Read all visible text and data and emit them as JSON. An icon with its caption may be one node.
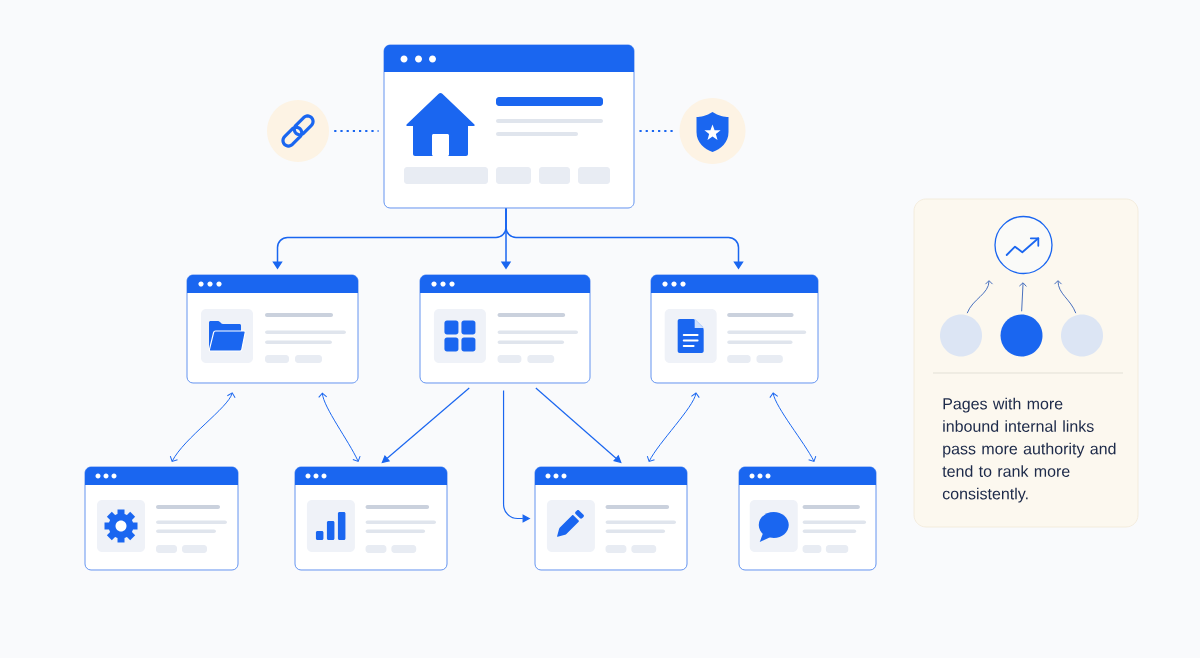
{
  "diagram": {
    "nodes": [
      {
        "text": [],
        "shape": "box"
      },
      {
        "text": [],
        "shape": "circle"
      },
      {
        "text": [],
        "shape": "circle"
      },
      {
        "text": [],
        "shape": "box"
      },
      {
        "text": [],
        "shape": "box"
      },
      {
        "text": [],
        "shape": "box"
      },
      {
        "text": [],
        "shape": "box"
      },
      {
        "text": [],
        "shape": "box"
      },
      {
        "text": [],
        "shape": "box"
      },
      {
        "text": [],
        "shape": "box"
      },
      {
        "text": [
          "Pages with more inbound internal links pass more authority and tend to rank more consistently."
        ]
      },
      {
        "text": [],
        "shape": "circle",
        "in": 10
      },
      {
        "text": [],
        "shape": "circle",
        "in": 10
      },
      {
        "text": [],
        "shape": "circle",
        "in": 10
      },
      {
        "text": [],
        "shape": "circle",
        "in": 10
      }
    ],
    "edges": [
      {
        "from": 1,
        "to": 0,
        "arrow": "none",
        "style": "dashed"
      },
      {
        "from": 0,
        "to": 2,
        "arrow": "none",
        "style": "dashed"
      },
      {
        "from": 0,
        "to": 3,
        "arrow": "to"
      },
      {
        "from": 0,
        "to": 4,
        "arrow": "to"
      },
      {
        "from": 0,
        "to": 5,
        "arrow": "to"
      },
      {
        "from": 3,
        "to": 6,
        "arrow": "both"
      },
      {
        "from": 3,
        "to": 7,
        "arrow": "both"
      },
      {
        "from": 4,
        "to": 7,
        "arrow": "to"
      },
      {
        "from": 4,
        "to": 8,
        "arrow": "to"
      },
      {
        "from": 4,
        "to": 8,
        "arrow": "to"
      },
      {
        "from": 5,
        "to": 8,
        "arrow": "both"
      },
      {
        "from": 5,
        "to": 9,
        "arrow": "both"
      },
      {
        "from": 12,
        "to": 11,
        "arrow": "to",
        "color": "#3461b8"
      },
      {
        "from": 13,
        "to": 11,
        "arrow": "to",
        "color": "#3461b8"
      },
      {
        "from": 14,
        "to": 11,
        "arrow": "to",
        "color": "#3461b8"
      }
    ]
  }
}
